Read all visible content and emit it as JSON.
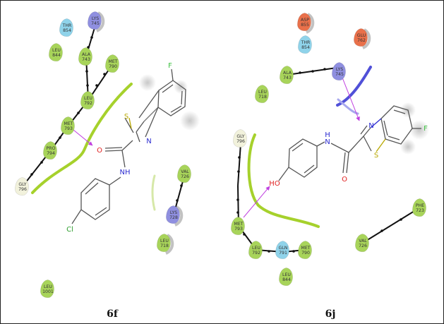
{
  "panels": [
    {
      "caption": "6f",
      "residues": [
        {
          "name": "THR",
          "num": "854",
          "type": "polar"
        },
        {
          "name": "LYS",
          "num": "745",
          "type": "positive"
        },
        {
          "name": "LEU",
          "num": "844",
          "type": "hydrophobic"
        },
        {
          "name": "ALA",
          "num": "743",
          "type": "hydrophobic"
        },
        {
          "name": "MET",
          "num": "790",
          "type": "hydrophobic"
        },
        {
          "name": "LEU",
          "num": "792",
          "type": "hydrophobic"
        },
        {
          "name": "MET",
          "num": "793",
          "type": "hydrophobic"
        },
        {
          "name": "PRO",
          "num": "794",
          "type": "hydrophobic"
        },
        {
          "name": "GLY",
          "num": "796",
          "type": "glycine"
        },
        {
          "name": "VAL",
          "num": "726",
          "type": "hydrophobic"
        },
        {
          "name": "LYS",
          "num": "728",
          "type": "positive"
        },
        {
          "name": "LEU",
          "num": "718",
          "type": "hydrophobic"
        },
        {
          "name": "LEU",
          "num": "1001",
          "type": "hydrophobic"
        }
      ],
      "atoms": [
        "F",
        "S",
        "N",
        "O",
        "NH",
        "Cl"
      ]
    },
    {
      "caption": "6j",
      "residues": [
        {
          "name": "ASP",
          "num": "855",
          "type": "negative"
        },
        {
          "name": "THR",
          "num": "854",
          "type": "polar"
        },
        {
          "name": "GLU",
          "num": "762",
          "type": "negative"
        },
        {
          "name": "ALA",
          "num": "743",
          "type": "hydrophobic"
        },
        {
          "name": "LYS",
          "num": "745",
          "type": "positive"
        },
        {
          "name": "LEU",
          "num": "718",
          "type": "hydrophobic"
        },
        {
          "name": "GLY",
          "num": "796",
          "type": "glycine"
        },
        {
          "name": "MET",
          "num": "793",
          "type": "hydrophobic"
        },
        {
          "name": "LEU",
          "num": "792",
          "type": "hydrophobic"
        },
        {
          "name": "GLN",
          "num": "791",
          "type": "polar"
        },
        {
          "name": "MET",
          "num": "790",
          "type": "hydrophobic"
        },
        {
          "name": "LEU",
          "num": "844",
          "type": "hydrophobic"
        },
        {
          "name": "PHE",
          "num": "723",
          "type": "hydrophobic"
        },
        {
          "name": "VAL",
          "num": "726",
          "type": "hydrophobic"
        }
      ],
      "atoms": [
        "N",
        "F",
        "S",
        "O",
        "H",
        "N",
        "HO"
      ]
    }
  ],
  "colors": {
    "hydrophobic": "#a8d45a",
    "polar": "#8fd3ea",
    "positive": "#8f8fe0",
    "negative": "#e9704a",
    "glycine": "#f2f2dc",
    "hbond": "#c040e0",
    "pocket": "#a6d12c",
    "atom_N": "#2a2ad0",
    "atom_O": "#e02020",
    "atom_S": "#b8a800",
    "atom_F": "#3cc040",
    "atom_Cl": "#2e9e2e"
  }
}
